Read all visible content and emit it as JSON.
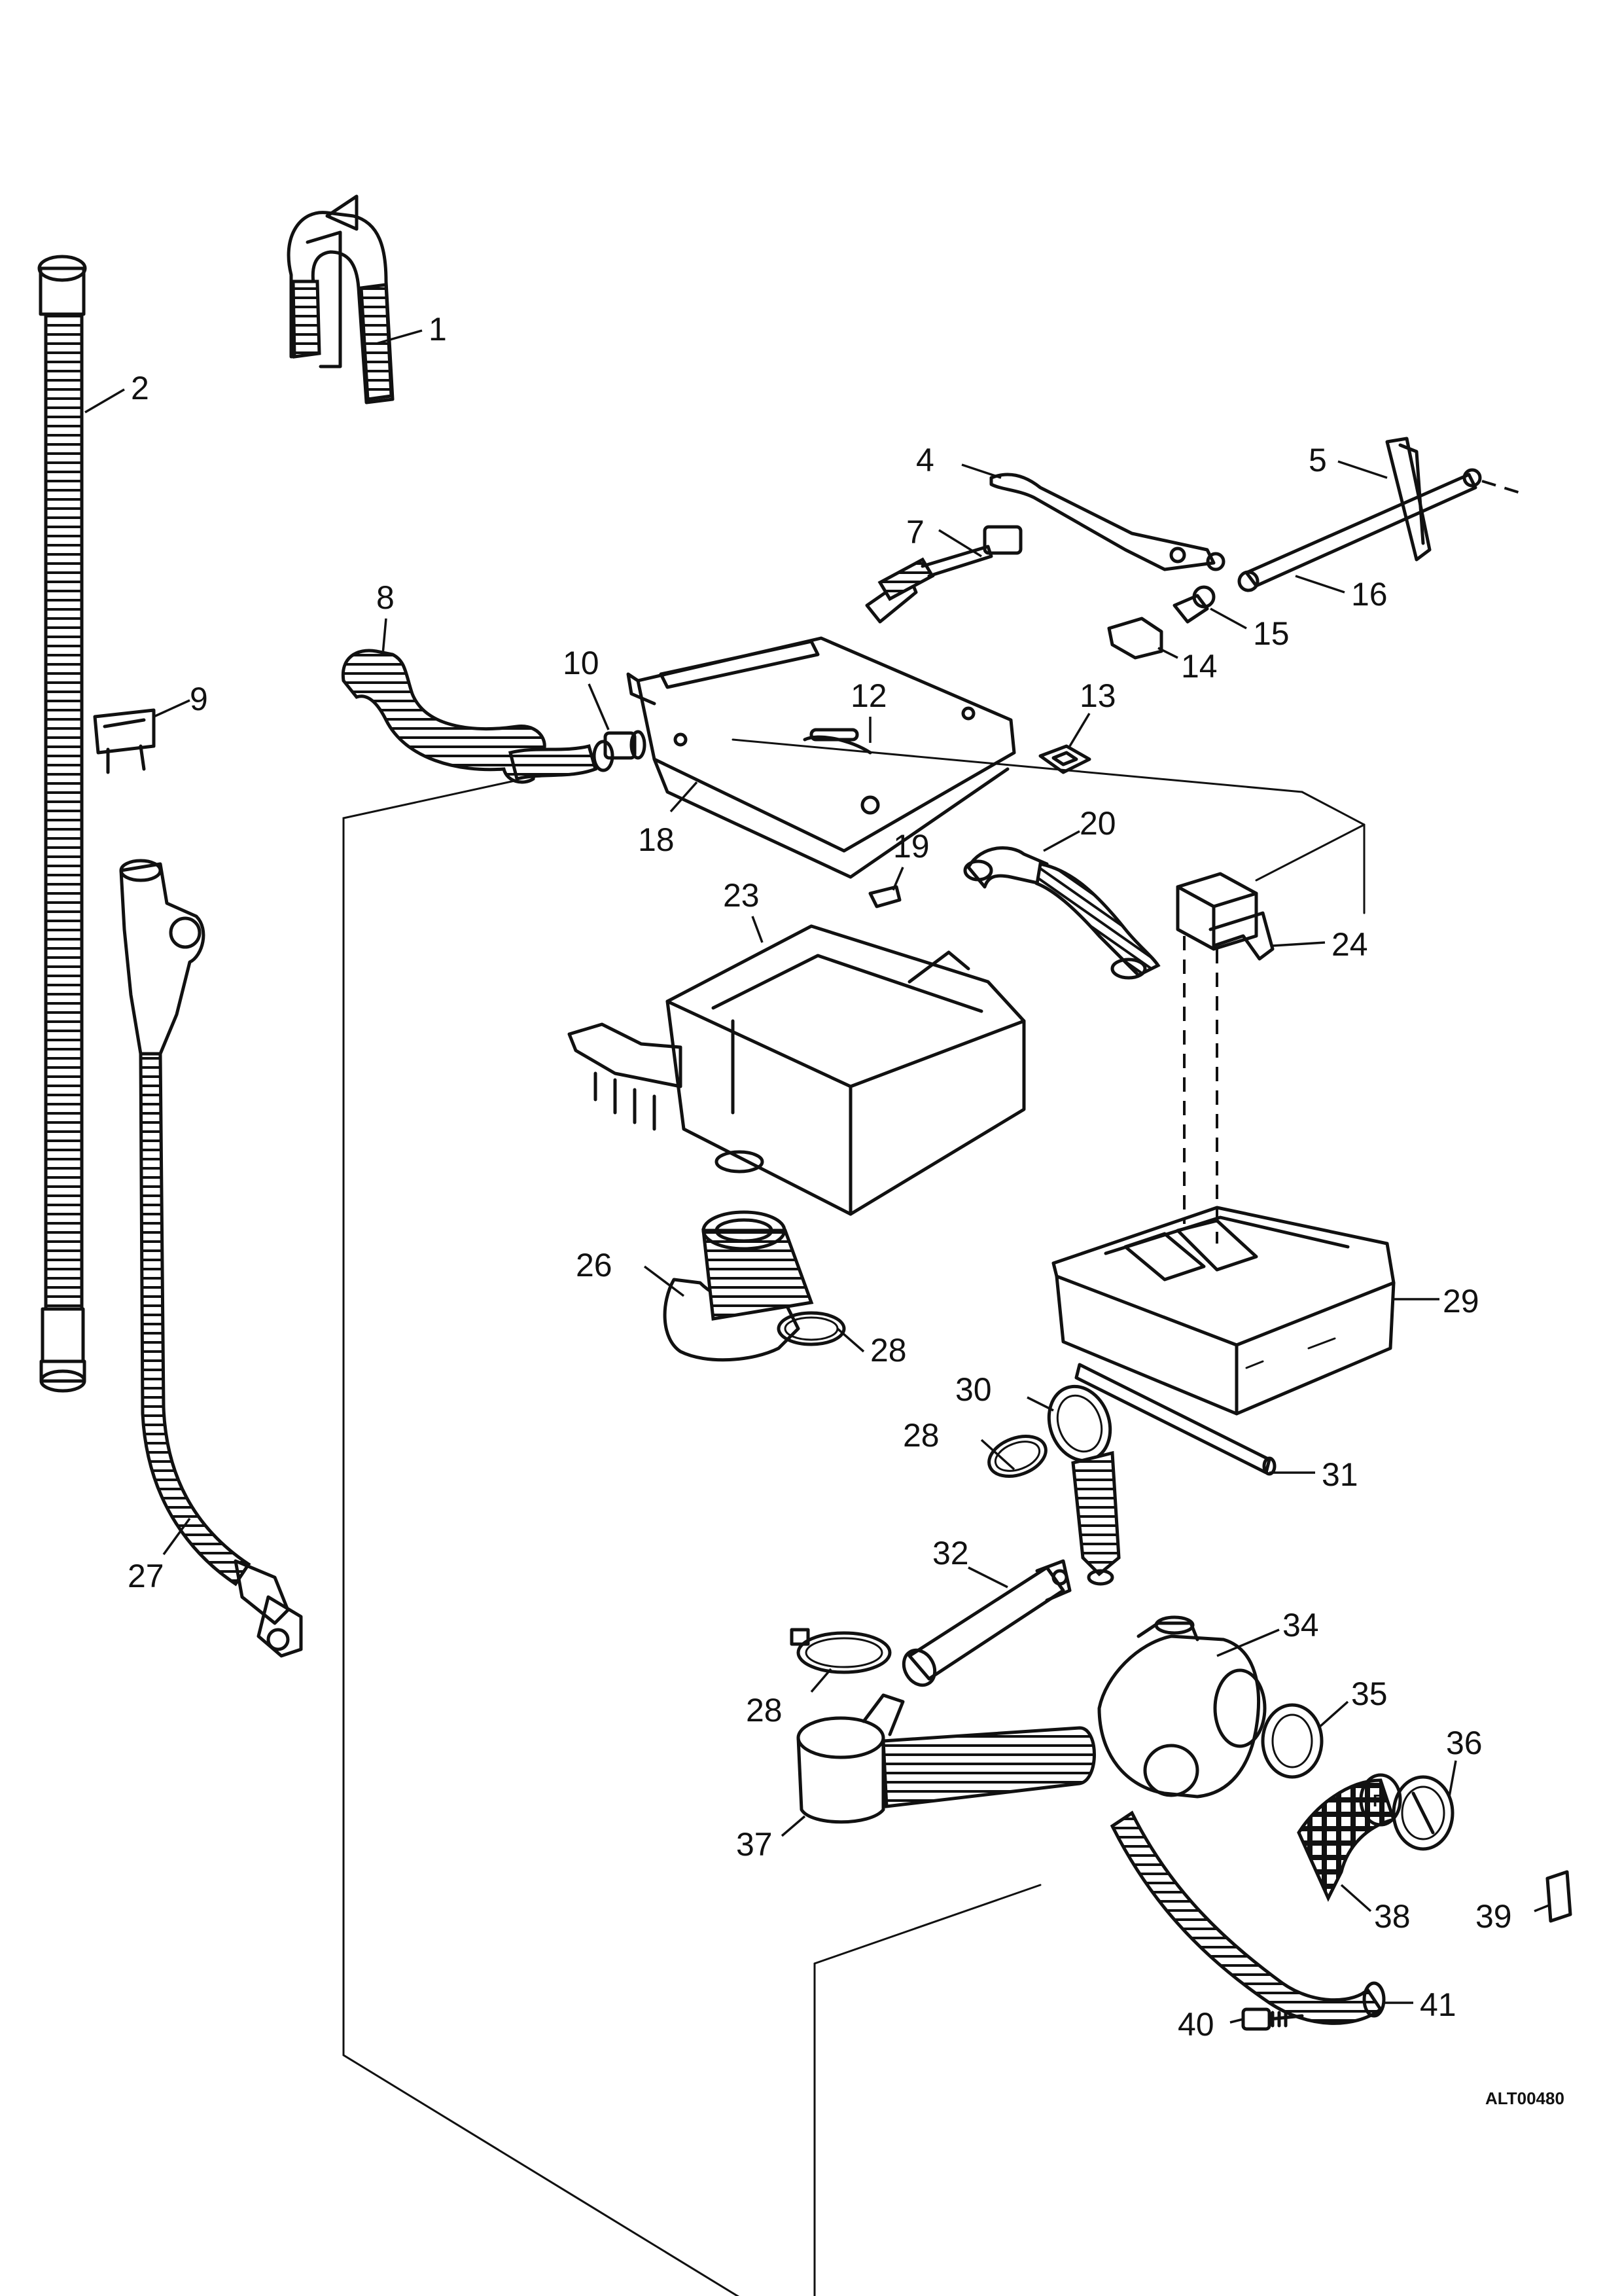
{
  "diagram_code": "ALT00480",
  "callouts": {
    "c1": "1",
    "c2": "2",
    "c4": "4",
    "c5": "5",
    "c7": "7",
    "c8": "8",
    "c9": "9",
    "c10": "10",
    "c12": "12",
    "c13": "13",
    "c14": "14",
    "c15": "15",
    "c16": "16",
    "c18": "18",
    "c19": "19",
    "c20": "20",
    "c23": "23",
    "c24": "24",
    "c26": "26",
    "c27": "27",
    "c28a": "28",
    "c28b": "28",
    "c28c": "28",
    "c29": "29",
    "c30": "30",
    "c31": "31",
    "c32": "32",
    "c34": "34",
    "c35": "35",
    "c36": "36",
    "c37": "37",
    "c38": "38",
    "c39": "39",
    "c40": "40",
    "c41": "41"
  }
}
